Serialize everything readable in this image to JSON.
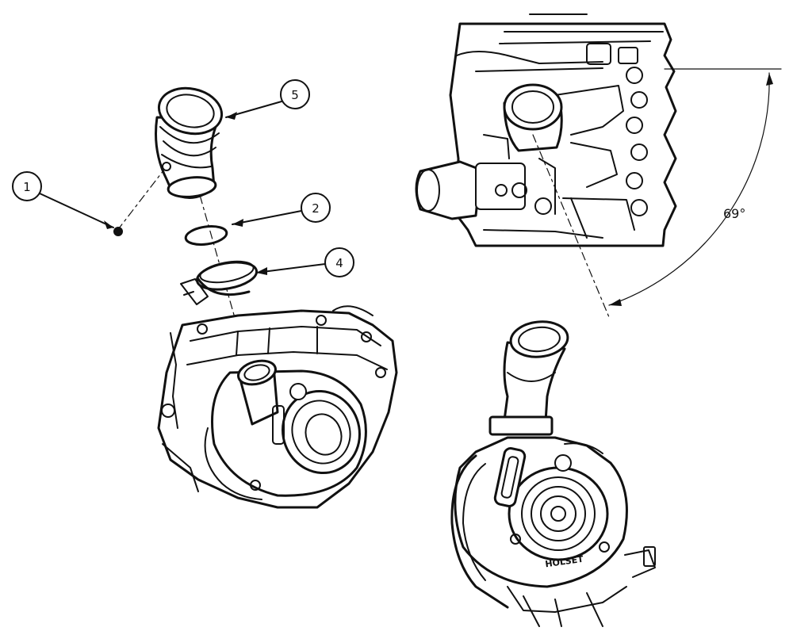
{
  "callouts": [
    {
      "id": "callout-1",
      "label": "1"
    },
    {
      "id": "callout-2",
      "label": "2"
    },
    {
      "id": "callout-4",
      "label": "4"
    },
    {
      "id": "callout-5",
      "label": "5"
    }
  ],
  "angle": {
    "label": "69°"
  },
  "nameplate": {
    "label": "HOLSET"
  },
  "colors": {
    "ink": "#111111",
    "paper": "#ffffff"
  }
}
